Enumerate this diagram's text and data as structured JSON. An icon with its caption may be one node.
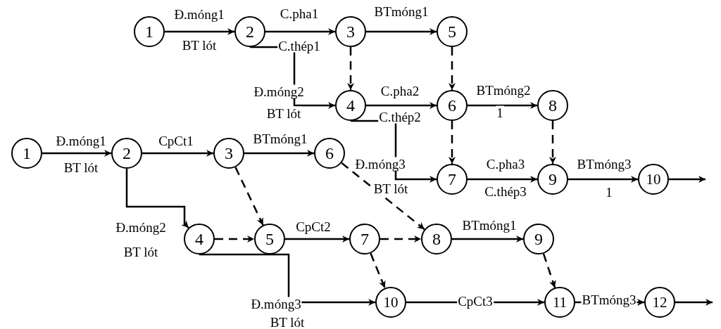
{
  "diagram": {
    "nodes": [
      {
        "text": [
          "1"
        ]
      },
      {
        "text": [
          "2"
        ]
      },
      {
        "text": [
          "3"
        ]
      },
      {
        "text": [
          "4"
        ]
      },
      {
        "text": [
          "5"
        ]
      },
      {
        "text": [
          "6"
        ]
      },
      {
        "text": [
          "7"
        ]
      },
      {
        "text": [
          "8"
        ]
      },
      {
        "text": [
          "9"
        ]
      },
      {
        "text": [
          "10"
        ]
      },
      {
        "text": [
          "1"
        ]
      },
      {
        "text": [
          "2"
        ]
      },
      {
        "text": [
          "3"
        ]
      },
      {
        "text": [
          "4"
        ]
      },
      {
        "text": [
          "5"
        ]
      },
      {
        "text": [
          "6"
        ]
      },
      {
        "text": [
          "7"
        ]
      },
      {
        "text": [
          "8"
        ]
      },
      {
        "text": [
          "9"
        ]
      },
      {
        "text": [
          "10"
        ]
      },
      {
        "text": [
          "11"
        ]
      },
      {
        "text": [
          "12"
        ]
      }
    ],
    "edges": [
      {
        "from": 0,
        "to": 1,
        "arrow": "to",
        "label": "Đ.móng1"
      },
      {
        "from": 1,
        "to": 2,
        "arrow": "to",
        "label": "C.pha1"
      },
      {
        "from": 2,
        "to": 4,
        "arrow": "to",
        "label": "BTmóng1"
      },
      {
        "from": 1,
        "to": 3,
        "arrow": "to",
        "label": "Đ.móng2"
      },
      {
        "from": 2,
        "to": 3,
        "arrow": "to",
        "style": "dashed"
      },
      {
        "from": 4,
        "to": 5,
        "arrow": "to",
        "style": "dashed"
      },
      {
        "from": 3,
        "to": 5,
        "arrow": "to",
        "label": "C.pha2"
      },
      {
        "from": 5,
        "to": 7,
        "arrow": "to",
        "label": "BTmóng2"
      },
      {
        "from": 3,
        "to": 6,
        "arrow": "to",
        "label": "Đ.móng3"
      },
      {
        "from": 5,
        "to": 6,
        "arrow": "to",
        "style": "dashed"
      },
      {
        "from": 7,
        "to": 8,
        "arrow": "to",
        "style": "dashed"
      },
      {
        "from": 6,
        "to": 8,
        "arrow": "to",
        "label": "C.pha3"
      },
      {
        "from": 8,
        "to": 9,
        "arrow": "to",
        "label": "BTmóng3"
      },
      {
        "from": 9,
        "to": null,
        "arrow": "to"
      },
      {
        "from": 10,
        "to": 11,
        "arrow": "to",
        "label": "Đ.móng1"
      },
      {
        "from": 11,
        "to": 12,
        "arrow": "to",
        "label": "CpCt1"
      },
      {
        "from": 12,
        "to": 15,
        "arrow": "to",
        "label": "BTmóng1"
      },
      {
        "from": 11,
        "to": 13,
        "arrow": "to",
        "label": "Đ.móng2"
      },
      {
        "from": 12,
        "to": 14,
        "arrow": "to",
        "style": "dashed"
      },
      {
        "from": 13,
        "to": 14,
        "arrow": "to",
        "style": "dashed"
      },
      {
        "from": 15,
        "to": 17,
        "arrow": "to",
        "style": "dashed"
      },
      {
        "from": 14,
        "to": 16,
        "arrow": "to",
        "label": "CpCt2"
      },
      {
        "from": 16,
        "to": 17,
        "arrow": "to",
        "style": "dashed"
      },
      {
        "from": 17,
        "to": 18,
        "arrow": "to",
        "label": "BTmóng1"
      },
      {
        "from": 13,
        "to": 19,
        "arrow": "to",
        "label": "Đ.móng3"
      },
      {
        "from": 16,
        "to": 19,
        "arrow": "to",
        "style": "dashed"
      },
      {
        "from": 18,
        "to": 20,
        "arrow": "to",
        "style": "dashed"
      },
      {
        "from": 19,
        "to": 20,
        "arrow": "to",
        "label": "CpCt3"
      },
      {
        "from": 20,
        "to": 21,
        "arrow": "to",
        "label": "BTmóng3"
      },
      {
        "from": 21,
        "to": null,
        "arrow": "to"
      }
    ],
    "labels": [
      "BT lót",
      "C.thép1",
      "BT lót",
      "C.thép2",
      "1",
      "BT lót",
      "C.thép3",
      "1",
      "BT lót",
      "BT lót",
      "BT lót"
    ]
  }
}
